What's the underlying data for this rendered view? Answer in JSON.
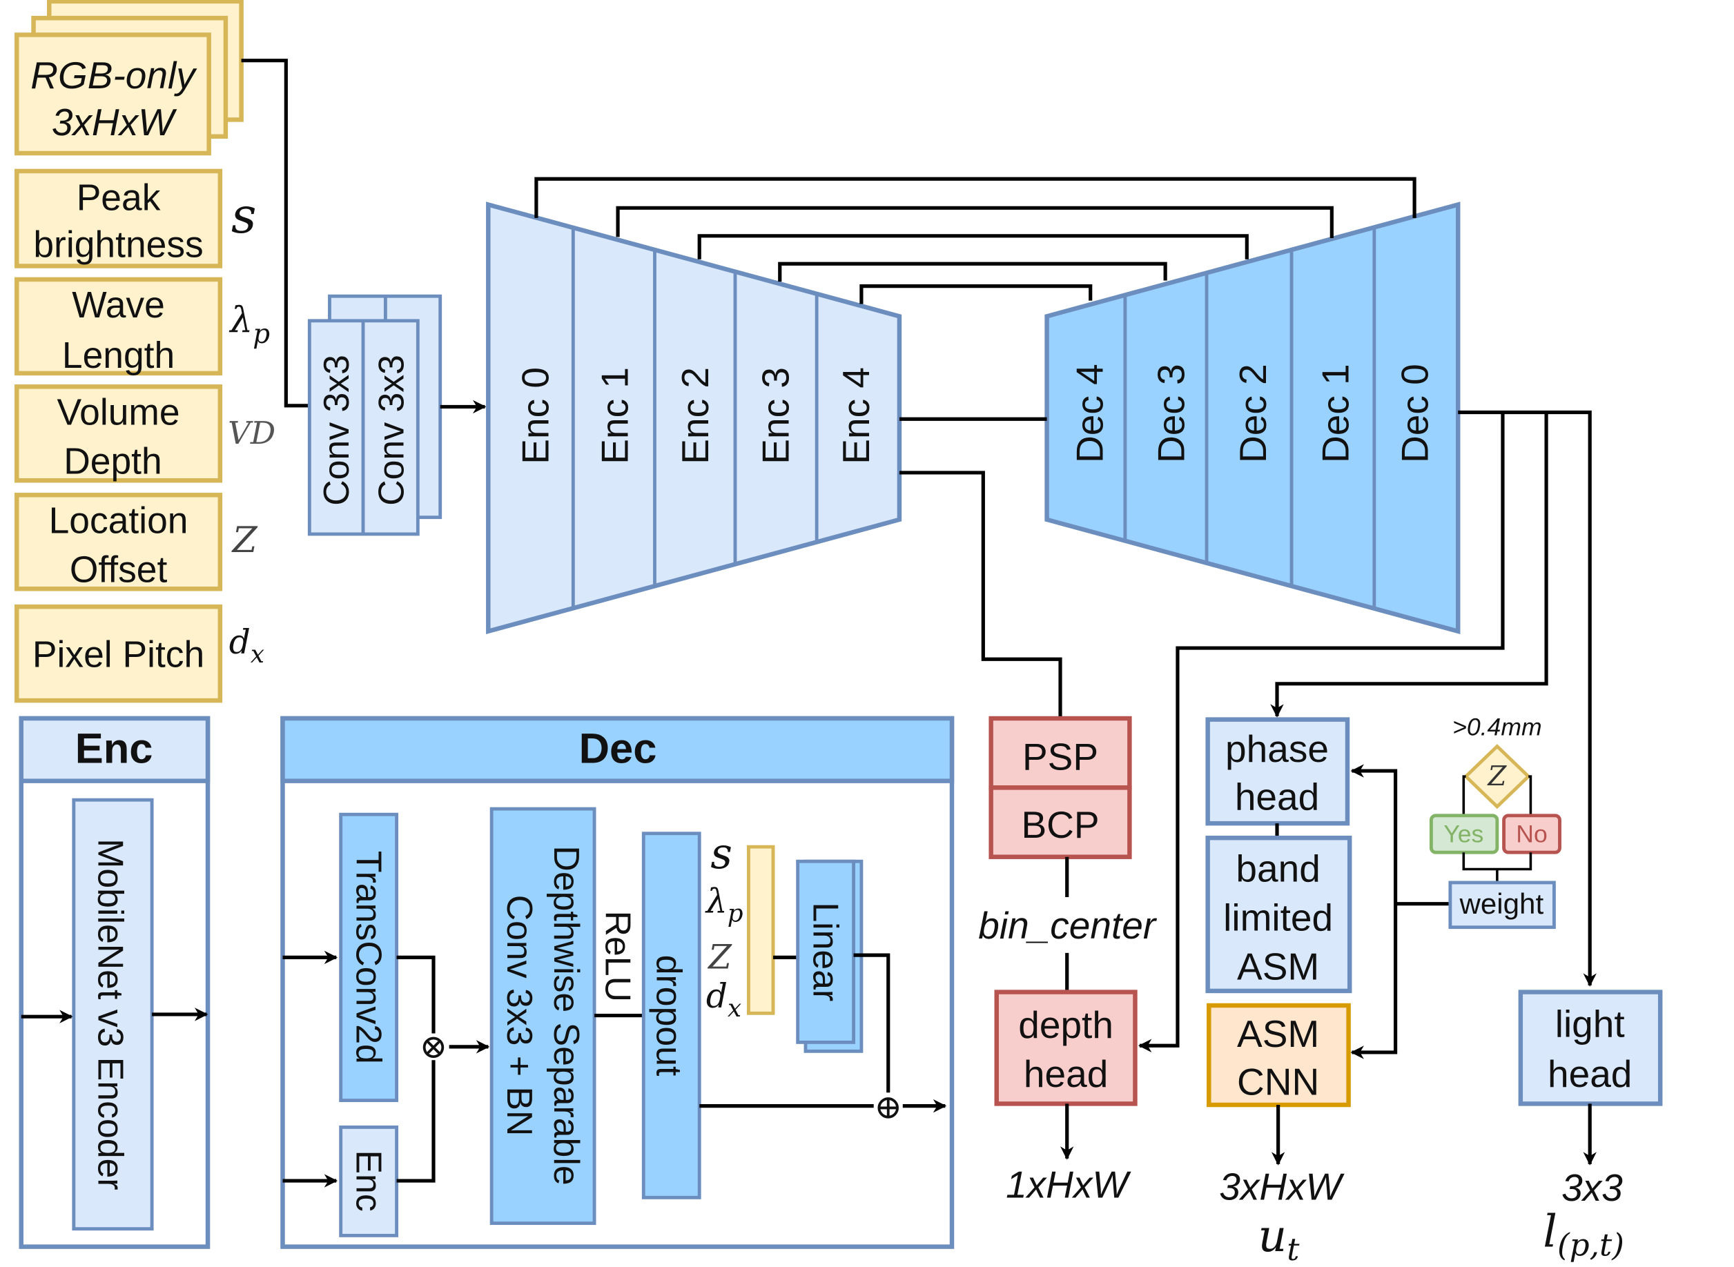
{
  "inputs": {
    "rgb_line1": "RGB-only",
    "rgb_line2": "3xHxW",
    "peak_line1": "Peak",
    "peak_line2": "brightness",
    "peak_symbol": "s",
    "wave_line1": "Wave",
    "wave_line2": "Length",
    "wave_symbol": "λ",
    "wave_symbol_sub": "p",
    "volume_line1": "Volume",
    "volume_line2": "Depth",
    "volume_symbol": "VD",
    "location_line1": "Location",
    "location_line2": "Offset",
    "location_symbol": "Z",
    "pixel_pitch": "Pixel Pitch",
    "pixel_symbol": "d",
    "pixel_symbol_sub": "x"
  },
  "conv": {
    "conv1": "Conv 3x3",
    "conv2": "Conv 3x3"
  },
  "encoder": {
    "stages": [
      "Enc 0",
      "Enc 1",
      "Enc 2",
      "Enc 3",
      "Enc 4"
    ]
  },
  "decoder": {
    "stages": [
      "Dec 4",
      "Dec 3",
      "Dec 2",
      "Dec 1",
      "Dec 0"
    ]
  },
  "heads": {
    "psp": "PSP",
    "bcp": "BCP",
    "bin_center": "bin_center",
    "depth_line1": "depth",
    "depth_line2": "head",
    "depth_output": "1xHxW",
    "phase_line1": "phase",
    "phase_line2": "head",
    "band_line1": "band",
    "band_line2": "limited",
    "band_line3": "ASM",
    "asm_line1": "ASM",
    "asm_line2": "CNN",
    "hologram_output": "3xHxW",
    "hologram_symbol": "u",
    "hologram_symbol_sub": "t",
    "threshold": ">0.4mm",
    "decision_symbol": "Z",
    "yes": "Yes",
    "no": "No",
    "weight": "weight",
    "light_line1": "light",
    "light_line2": "head",
    "light_output": "3x3",
    "light_symbol": "l",
    "light_symbol_sub": "(p,t)"
  },
  "enc_panel": {
    "title": "Enc",
    "block": "MobileNet v3 Encoder"
  },
  "dec_panel": {
    "title": "Dec",
    "transconv": "TransConv2d",
    "enc": "Enc",
    "depthwise_line1": "Depthwise Separable",
    "depthwise_line2": "Conv 3x3 + BN",
    "relu": "ReLU",
    "dropout": "dropout",
    "linear": "Linear",
    "cond_s": "s",
    "cond_lambda": "λ",
    "cond_lambda_sub": "p",
    "cond_z": "Z",
    "cond_d": "d",
    "cond_d_sub": "x",
    "multiply_symbol": "⊗",
    "add_symbol": "⊕"
  },
  "colors": {
    "input_fill": "#fff2cc",
    "input_stroke": "#d6b656",
    "encoder_fill": "#dae8fc",
    "decoder_fill": "#99d1ff",
    "head_red_fill": "#f8cecc",
    "head_orange_fill": "#ffe6cc"
  }
}
